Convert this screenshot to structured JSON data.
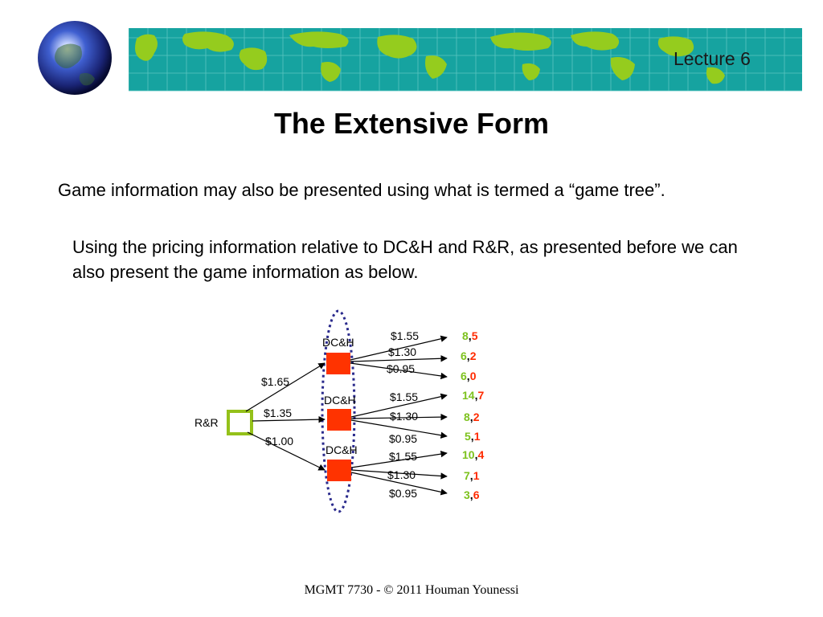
{
  "header": {
    "lecture": "Lecture 6"
  },
  "title": "The Extensive Form",
  "intro": "Game information may also be presented using what is termed a “game tree”.",
  "paragraph": "Using the pricing information relative to DC&H and R&R, as presented before we can also present the game information as below.",
  "footer": "MGMT 7730 - © 2011 Houman Younessi",
  "colors": {
    "banner_teal": "#16a3a0",
    "continent_green": "#95cc1e",
    "rr_node": "#94c11a",
    "dch_node": "#ff3300",
    "payoff_rr": "#7dc21e",
    "payoff_dch": "#ff2a00",
    "ellipse": "#2a2a8c"
  },
  "game_tree": {
    "root": {
      "label": "R&R"
    },
    "branches": [
      {
        "price": "$1.65",
        "node_label": "DC&H",
        "children": [
          {
            "price": "$1.55",
            "payoff_rr": "8",
            "payoff_dch": "5"
          },
          {
            "price": "$1.30",
            "payoff_rr": "6",
            "payoff_dch": "2"
          },
          {
            "price": "$0.95",
            "payoff_rr": "6",
            "payoff_dch": "0"
          }
        ]
      },
      {
        "price": "$1.35",
        "node_label": "DC&H",
        "children": [
          {
            "price": "$1.55",
            "payoff_rr": "14",
            "payoff_dch": "7"
          },
          {
            "price": "$1.30",
            "payoff_rr": "8",
            "payoff_dch": "2"
          },
          {
            "price": "$0.95",
            "payoff_rr": "5",
            "payoff_dch": "1"
          }
        ]
      },
      {
        "price": "$1.00",
        "node_label": "DC&H",
        "children": [
          {
            "price": "$1.55",
            "payoff_rr": "10",
            "payoff_dch": "4"
          },
          {
            "price": "$1.30",
            "payoff_rr": "7",
            "payoff_dch": "1"
          },
          {
            "price": "$0.95",
            "payoff_rr": "3",
            "payoff_dch": "6"
          }
        ]
      }
    ]
  }
}
